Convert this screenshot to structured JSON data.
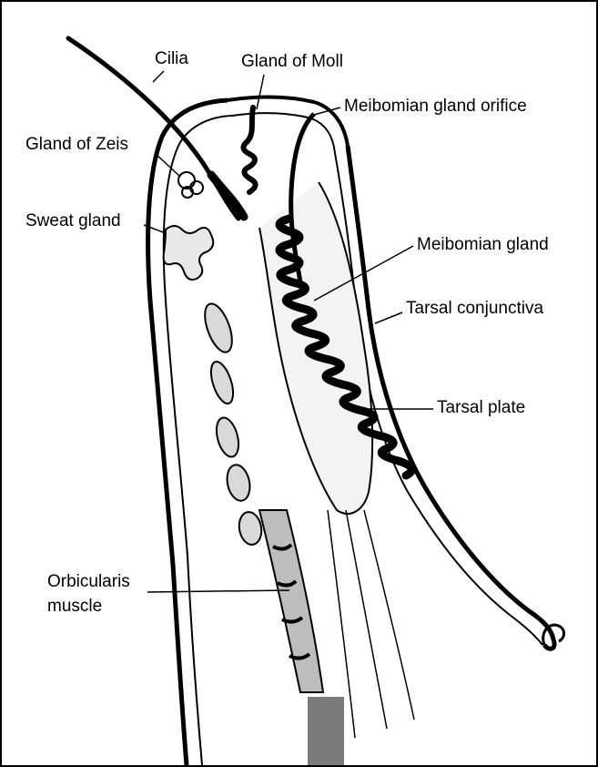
{
  "labels": {
    "cilia": "Cilia",
    "gland_of_moll": "Gland of Moll",
    "meibomian_gland_orifice": "Meibomian gland orifice",
    "gland_of_zeis": "Gland of Zeis",
    "sweat_gland": "Sweat gland",
    "meibomian_gland": "Meibomian gland",
    "tarsal_conjunctiva": "Tarsal conjunctiva",
    "tarsal_plate": "Tarsal plate",
    "orbicularis_muscle_line1": "Orbicularis",
    "orbicularis_muscle_line2": "muscle"
  },
  "colors": {
    "ink": "#000000",
    "shade": "#6f6f6f",
    "light_shade": "#cfcfcf",
    "background": "#ffffff"
  }
}
